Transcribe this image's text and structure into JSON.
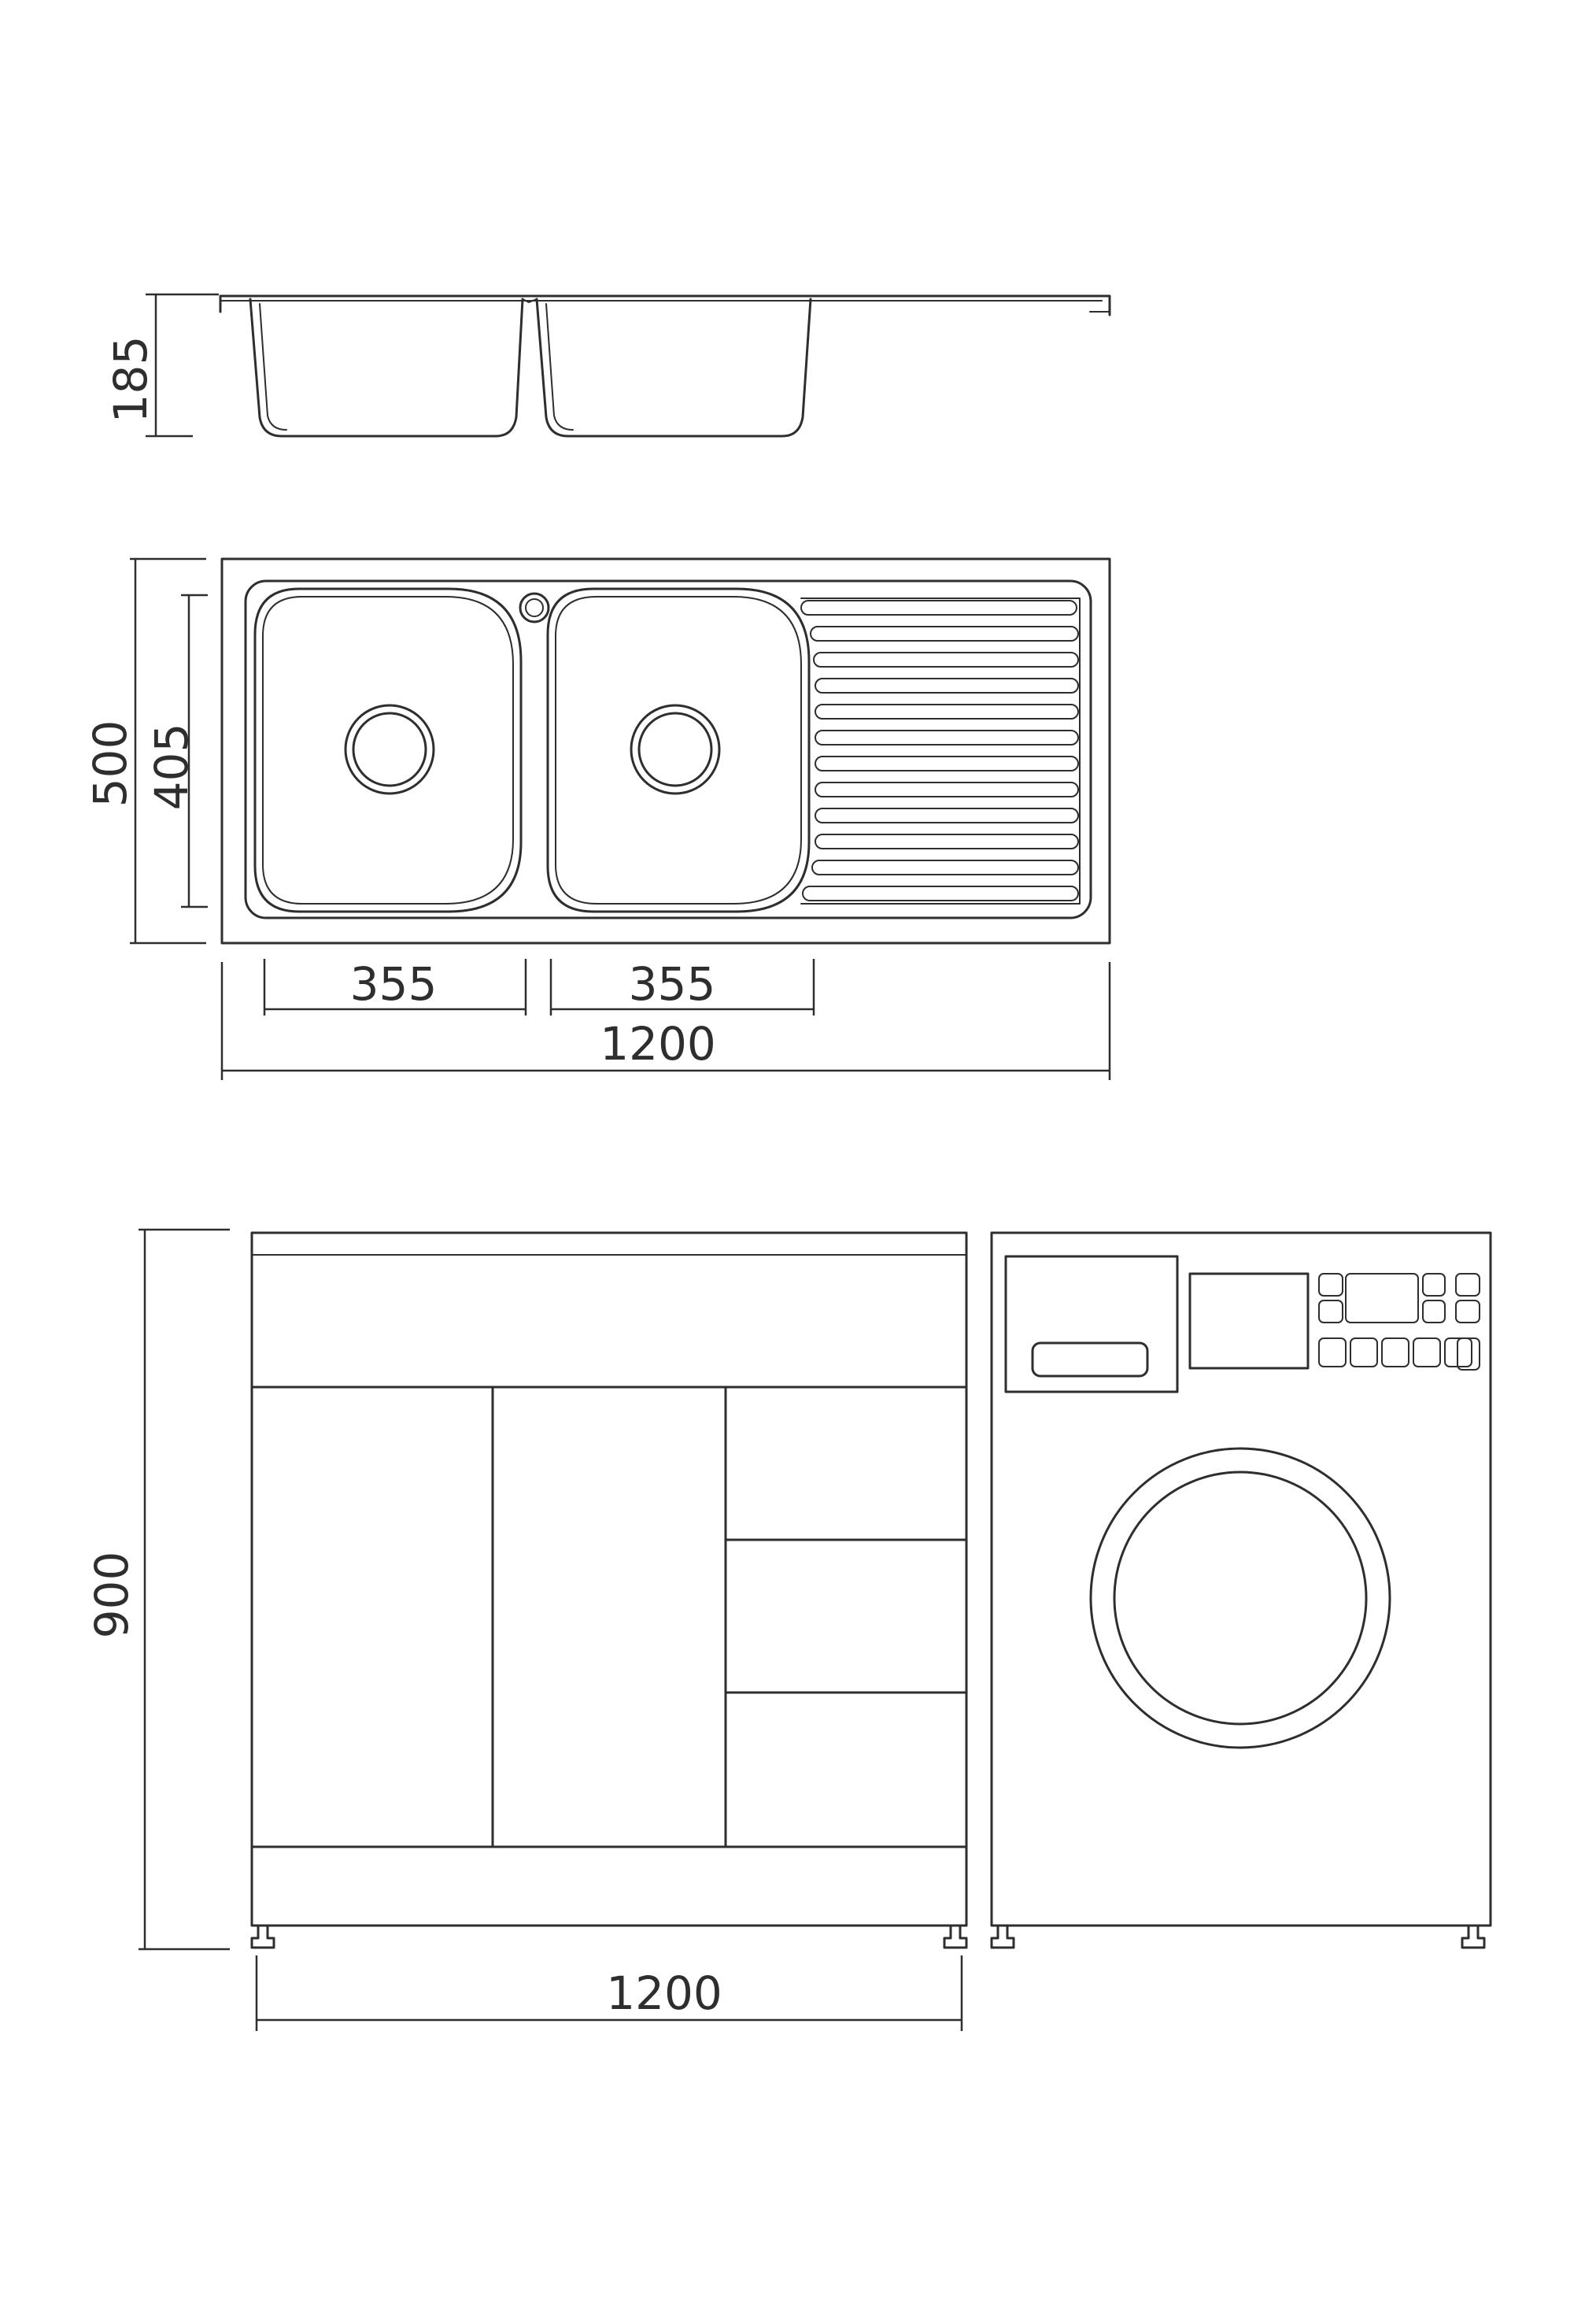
{
  "dimensions": {
    "sink_depth": "185",
    "sink_width_outer": "500",
    "sink_width_inner": "405",
    "bowl_left": "355",
    "bowl_right": "355",
    "sink_length": "1200",
    "cabinet_height": "900",
    "cabinet_length": "1200"
  },
  "colors": {
    "line": "#2e2e2e",
    "background": "#ffffff"
  }
}
